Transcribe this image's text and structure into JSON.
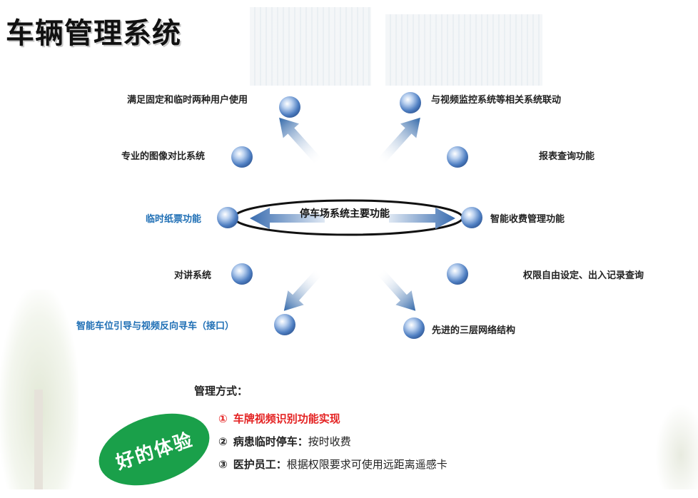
{
  "title": "车辆管理系统",
  "center": {
    "label": "停车场系统主要功能"
  },
  "features": [
    {
      "label": "满足固定和临时两种用户使用",
      "color": "#222222"
    },
    {
      "label": "与视频监控系统等相关系统联动",
      "color": "#222222"
    },
    {
      "label": "专业的图像对比系统",
      "color": "#222222"
    },
    {
      "label": "报表查询功能",
      "color": "#222222"
    },
    {
      "label": "临时纸票功能",
      "color": "#1f6fb5"
    },
    {
      "label": "智能收费管理功能",
      "color": "#222222"
    },
    {
      "label": "对讲系统",
      "color": "#222222"
    },
    {
      "label": "权限自由设定、出入记录查询",
      "color": "#222222"
    },
    {
      "label": "智能车位引导与视频反向寻车（接口）",
      "color": "#1f6fb5"
    },
    {
      "label": "先进的三层网络结构",
      "color": "#222222"
    }
  ],
  "management": {
    "title": "管理方式：",
    "items": [
      {
        "num": "①",
        "head": "车牌视频识别功能实现",
        "body": ""
      },
      {
        "num": "②",
        "head": "病患临时停车：",
        "body": "按时收费"
      },
      {
        "num": "③",
        "head": "医护员工：",
        "body": "根据权限要求可使用远距离遥感卡"
      }
    ]
  },
  "badge": {
    "text": "好的体验",
    "color": "#1aa04a"
  },
  "colors": {
    "accent_red": "#e42222",
    "arrow_blue": "#2f66a8",
    "node_blue": "#5b8fd0"
  }
}
